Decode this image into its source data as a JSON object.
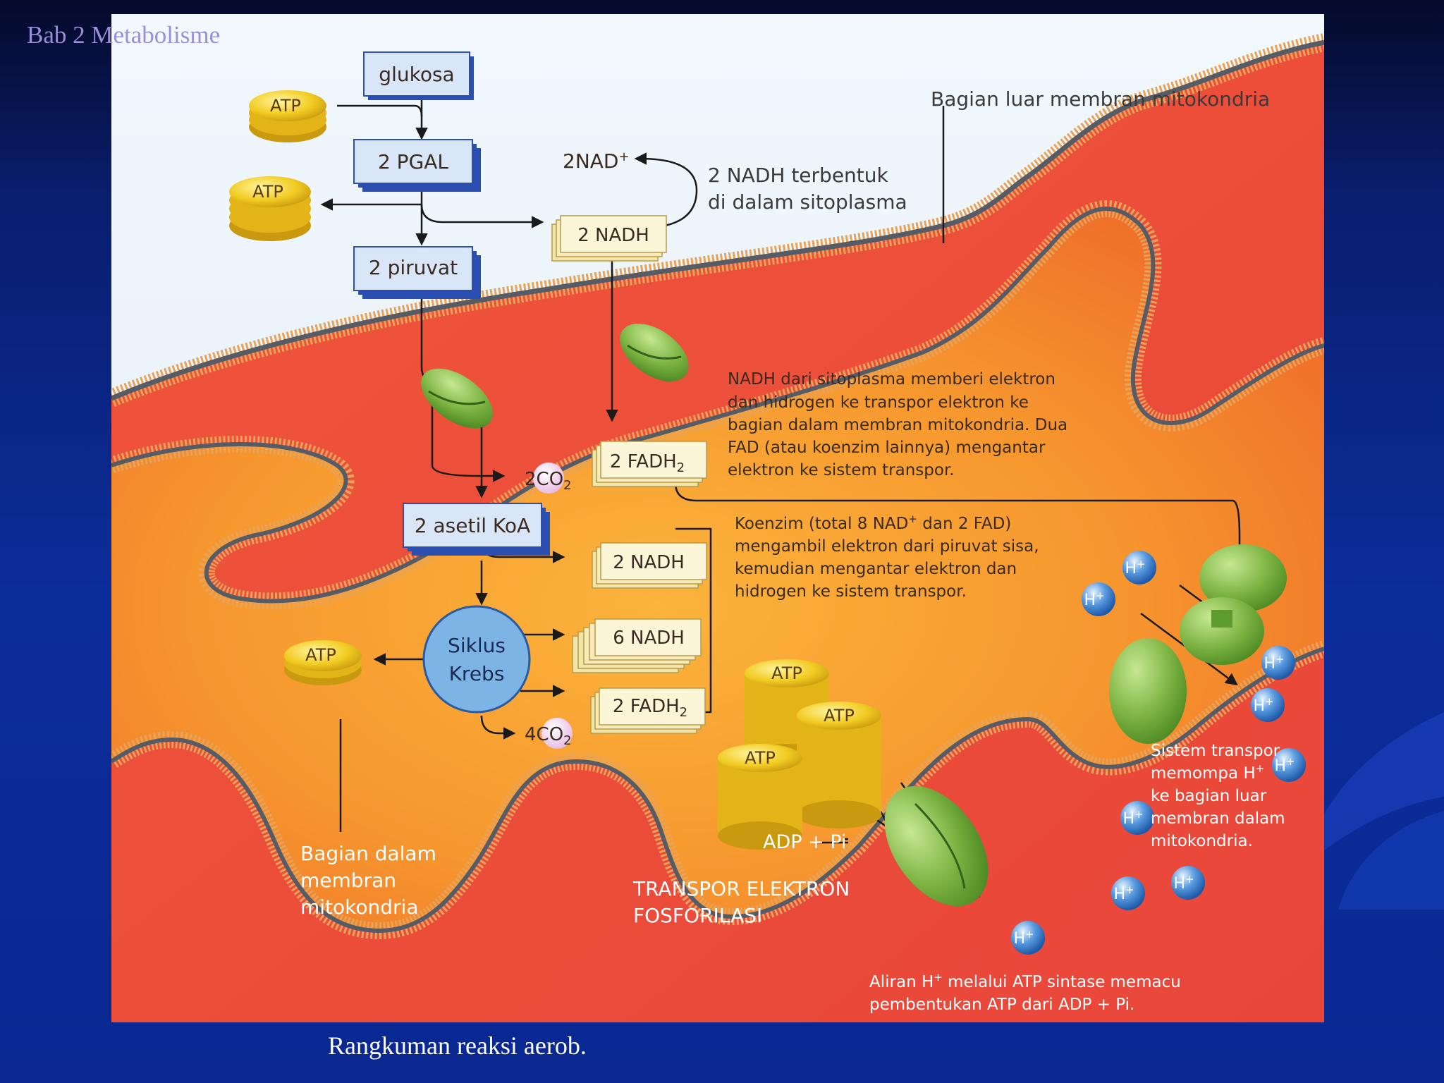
{
  "slide": {
    "header": "Bab 2 Metabolisme",
    "caption": "Rangkuman reaksi aerob."
  },
  "boxes": {
    "glukosa": "glukosa",
    "pgal": "2 PGAL",
    "piruvat": "2 piruvat",
    "asetil": "2 asetil KoA",
    "nadh_top": "2 NADH",
    "fadh_top": "2 FADH",
    "nadh_mid": "2 NADH",
    "nadh_six": "6 NADH",
    "fadh_bottom": "2 FADH",
    "fadh_sub": "2"
  },
  "molecules": {
    "atp": "ATP",
    "nad_plus": "2NAD",
    "plus_sup": "+",
    "co2_two": "2",
    "co2_four": "4",
    "co2": "CO",
    "co2_sub": "2",
    "h_plus": "H",
    "adp_pi": "ADP + Pi"
  },
  "cycle": {
    "line1": "Siklus",
    "line2": "Krebs"
  },
  "labels": {
    "outer_membrane": "Bagian luar membran mitokondria",
    "nadh_formed_1": "2 NADH terbentuk",
    "nadh_formed_2": "di dalam sitoplasma",
    "nadh_desc": [
      "NADH dari sitoplasma memberi elektron",
      "dan hidrogen ke transpor elektron  ke",
      "bagian dalam membran mitokondria. Dua",
      "FAD (atau koenzim lainnya) mengantar",
      "elektron ke sistem transpor."
    ],
    "coenzyme_desc_1a": "Koenzim (total 8 NAD",
    "coenzyme_desc_1b": " dan 2 FAD)",
    "coenzyme_desc": [
      "mengambil elektron dari piruvat sisa,",
      "kemudian mengantar elektron dan",
      "hidrogen ke sistem transpor."
    ],
    "inner_membrane": [
      "Bagian dalam",
      "membran",
      "mitokondria"
    ],
    "transport_title": [
      "TRANSPOR ELEKTRON",
      "FOSFORILASI"
    ],
    "pump_desc": [
      "Sistem transpor",
      "memompa H",
      "ke bagian luar",
      "membran dalam",
      "mitokondria."
    ],
    "flow_desc_1a": "Aliran H",
    "flow_desc_1b": " melalui ATP sintase memacu",
    "flow_desc_2": "pembentukan ATP dari ADP + Pi."
  },
  "colors": {
    "box_fill": "#d8e6f8",
    "box_edge": "#2a4fb0",
    "nadh_fill": "#fbf6d8",
    "atp_gold": "#f0c820",
    "krebs": "#7db4e6",
    "membrane_green": "#7cb342",
    "h_ion": "#3a7fd0"
  }
}
